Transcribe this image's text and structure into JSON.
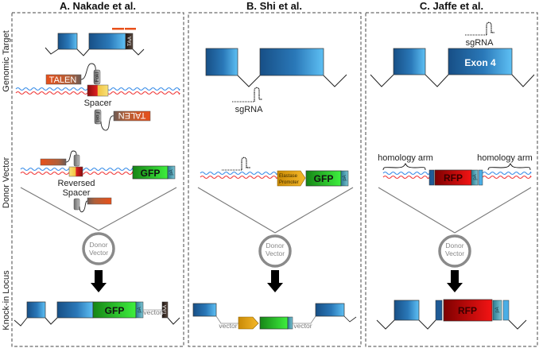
{
  "panels": [
    {
      "id": "A",
      "title": "A. Nakade et al."
    },
    {
      "id": "B",
      "title": "B. Shi et al."
    },
    {
      "id": "C",
      "title": "C. Jaffe et al."
    }
  ],
  "row_labels": [
    "Genomic Target",
    "Donor Vector",
    "Knock-in Locus"
  ],
  "labels": {
    "talen": "TALEN",
    "foki": "FokI",
    "spacer": "Spacer",
    "reversed_spacer_line1": "Reversed",
    "reversed_spacer_line2": "Spacer",
    "taa": "TAA",
    "gfp": "GFP",
    "rfp": "RFP",
    "pa": "pA",
    "vector": "vector",
    "sgrna": "sgRNA",
    "donor_line1": "Donor",
    "donor_line2": "Vector",
    "elastase_line1": "Elastase",
    "elastase_line2": "Promoter",
    "exon4": "Exon 4",
    "homology_arm": "homology arm"
  },
  "colors": {
    "exon_dark": "#1b5a94",
    "exon_light": "#55b8f0",
    "gfp_dark": "#1a8a1a",
    "gfp_light": "#30e030",
    "rfp_dark": "#8a0000",
    "rfp_light": "#f01010",
    "talen": "#e8501a",
    "dna_blue": "#3a8ee8",
    "dna_red": "#f03a3a",
    "promoter": "#e8a41a",
    "circle": "#8a8a8a"
  }
}
